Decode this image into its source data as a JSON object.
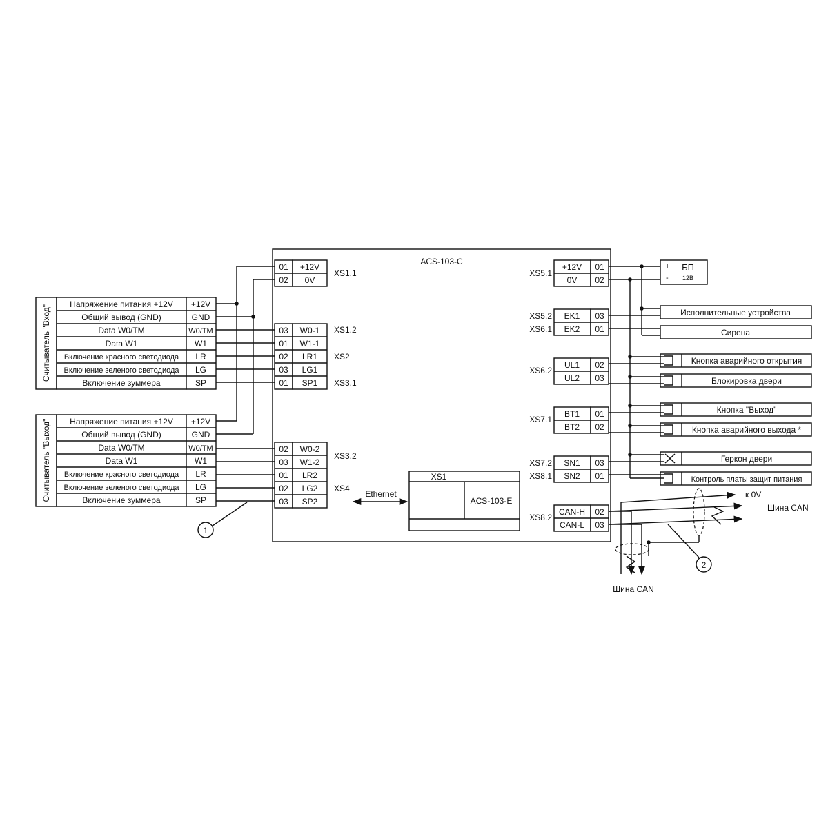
{
  "controller": {
    "name": "ACS-103-C"
  },
  "ethernet_module": {
    "name": "ACS-103-E",
    "connector": "XS1",
    "link_label": "Ethernet"
  },
  "readers": [
    {
      "title": "Считыватель \"Вход\"",
      "rows": [
        {
          "desc": "Напряжение питания +12V",
          "code": "+12V"
        },
        {
          "desc": "Общий вывод (GND)",
          "code": "GND"
        },
        {
          "desc": "Data W0/TM",
          "code": "W0/TM"
        },
        {
          "desc": "Data W1",
          "code": "W1"
        },
        {
          "desc": "Включение красного светодиода",
          "code": "LR"
        },
        {
          "desc": "Включение зеленого светодиода",
          "code": "LG"
        },
        {
          "desc": "Включение зуммера",
          "code": "SP"
        }
      ]
    },
    {
      "title": "Считыватель \"Выход\"",
      "rows": [
        {
          "desc": "Напряжение питания +12V",
          "code": "+12V"
        },
        {
          "desc": "Общий вывод (GND)",
          "code": "GND"
        },
        {
          "desc": "Data W0/TM",
          "code": "W0/TM"
        },
        {
          "desc": "Data W1",
          "code": "W1"
        },
        {
          "desc": "Включение красного светодиода",
          "code": "LR"
        },
        {
          "desc": "Включение зеленого светодиода",
          "code": "LG"
        },
        {
          "desc": "Включение зуммера",
          "code": "SP"
        }
      ]
    }
  ],
  "left_pins": [
    {
      "num": "01",
      "sig": "+12V"
    },
    {
      "num": "02",
      "sig": "0V"
    },
    {
      "num": "03",
      "sig": "W0-1"
    },
    {
      "num": "01",
      "sig": "W1-1"
    },
    {
      "num": "02",
      "sig": "LR1"
    },
    {
      "num": "03",
      "sig": "LG1"
    },
    {
      "num": "01",
      "sig": "SP1"
    },
    {
      "num": "02",
      "sig": "W0-2"
    },
    {
      "num": "03",
      "sig": "W1-2"
    },
    {
      "num": "01",
      "sig": "LR2"
    },
    {
      "num": "02",
      "sig": "LG2"
    },
    {
      "num": "03",
      "sig": "SP2"
    }
  ],
  "left_connectors": [
    "XS1.1",
    "XS1.2",
    "XS2",
    "XS3.1",
    "XS3.2",
    "XS4"
  ],
  "right_pins": [
    {
      "sig": "+12V",
      "num": "01"
    },
    {
      "sig": "0V",
      "num": "02"
    },
    {
      "sig": "EK1",
      "num": "03"
    },
    {
      "sig": "EK2",
      "num": "01"
    },
    {
      "sig": "UL1",
      "num": "02"
    },
    {
      "sig": "UL2",
      "num": "03"
    },
    {
      "sig": "BT1",
      "num": "01"
    },
    {
      "sig": "BT2",
      "num": "02"
    },
    {
      "sig": "SN1",
      "num": "03"
    },
    {
      "sig": "SN2",
      "num": "01"
    },
    {
      "sig": "CAN-H",
      "num": "02"
    },
    {
      "sig": "CAN-L",
      "num": "03"
    }
  ],
  "right_connectors": [
    "XS5.1",
    "XS5.2",
    "XS6.1",
    "XS6.2",
    "XS7.1",
    "XS7.2",
    "XS8.1",
    "XS8.2"
  ],
  "power_supply": {
    "label": "БП",
    "voltage": "12В",
    "plus": "+",
    "minus": "-"
  },
  "devices": [
    "Исполнительные устройства",
    "Сирена",
    "Кнопка аварийного открытия",
    "Блокировка двери",
    "Кнопка \"Выход\"",
    "Кнопка аварийного выхода *",
    "Геркон двери",
    "Контроль платы защит питания"
  ],
  "can": {
    "to_0v": "к 0V",
    "bus_right": "Шина CAN",
    "bus_bottom": "Шина CAN"
  },
  "callouts": [
    "1",
    "2"
  ]
}
